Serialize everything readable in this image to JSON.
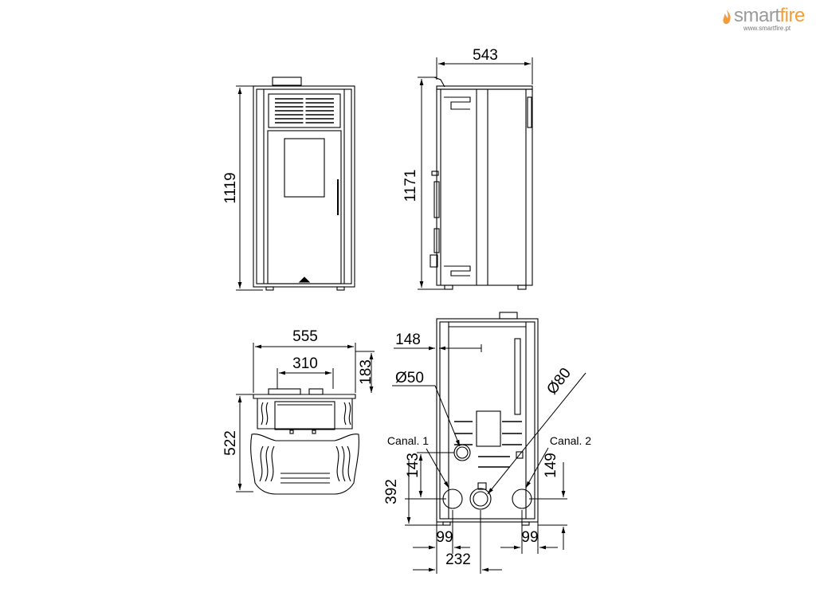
{
  "brand": {
    "name_part1": "smart",
    "name_part2": "fire",
    "url": "www.smartfire.pt",
    "accent_color": "#f39c3c",
    "gray_color": "#9a9a9a"
  },
  "views": {
    "front": {
      "height_label": "1119"
    },
    "side": {
      "width_label": "543",
      "height_label": "1171"
    },
    "top": {
      "width_label": "555",
      "inner_label": "310",
      "depth_label": "522",
      "offset_label": "183"
    },
    "rear": {
      "dim_148": "148",
      "dia_50": "Ø50",
      "dia_80": "Ø80",
      "canal1": "Canal. 1",
      "canal2": "Canal. 2",
      "dim_143": "143",
      "dim_392": "392",
      "dim_149": "149",
      "dim_99_left": "99",
      "dim_99_right": "99",
      "dim_232": "232"
    }
  }
}
